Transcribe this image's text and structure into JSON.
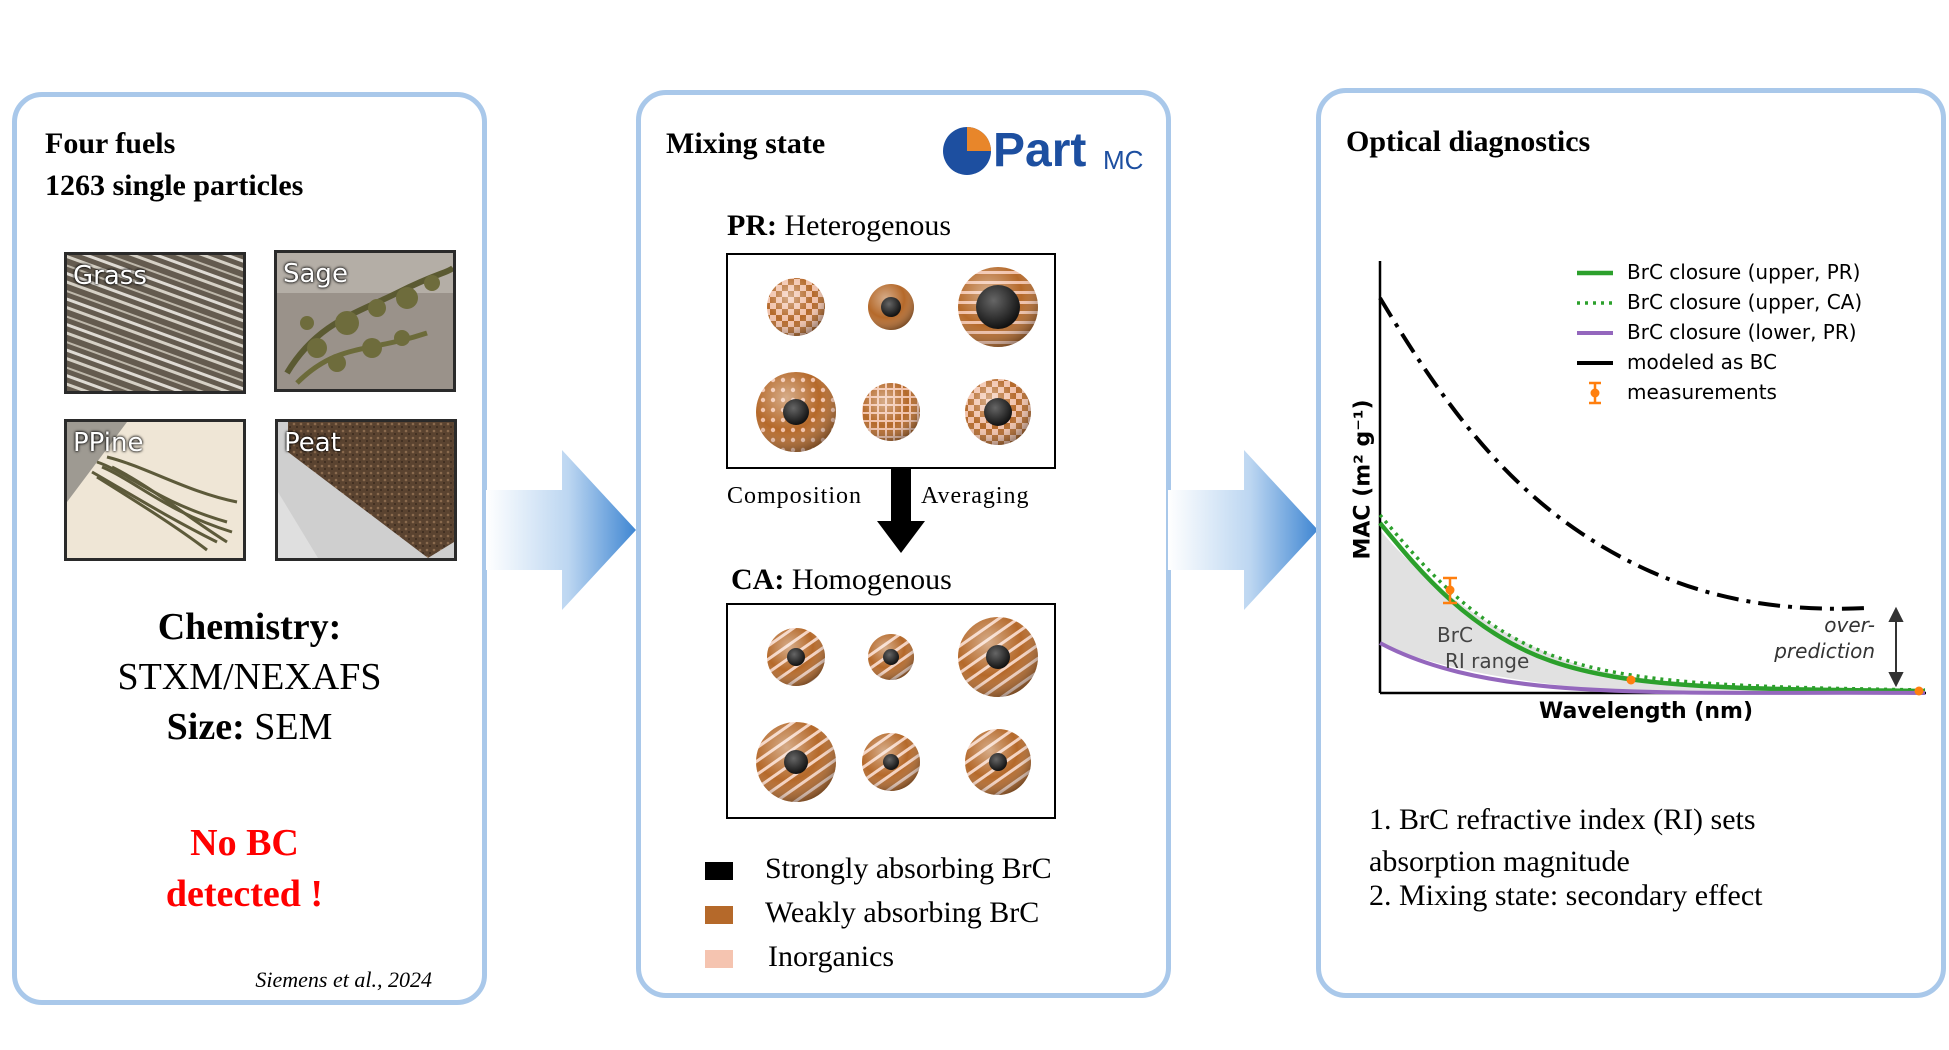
{
  "panel1": {
    "title_line1": "Four fuels",
    "title_line2": "1263 single particles",
    "photos": [
      {
        "label": "Grass"
      },
      {
        "label": "Sage"
      },
      {
        "label": "PPine"
      },
      {
        "label": "Peat"
      }
    ],
    "chemistry_label": "Chemistry:",
    "chemistry_value": "STXM/NEXAFS",
    "size_label": "Size:",
    "size_value": "SEM",
    "nobc_line1": "No BC",
    "nobc_line2": "detected !",
    "citation": "Siemens et al., 2024",
    "colors": {
      "nobc": "#ff0000"
    }
  },
  "panel2": {
    "title": "Mixing state",
    "logo_text": "Part",
    "logo_suffix": "MC",
    "pr_label": "PR:",
    "pr_desc": "Heterogenous",
    "arrow_left_label": "Composition",
    "arrow_right_label": "Averaging",
    "ca_label": "CA:",
    "ca_desc": "Homogenous",
    "legend": [
      {
        "label": "Strongly absorbing BrC",
        "color": "#000000"
      },
      {
        "label": "Weakly absorbing BrC",
        "color": "#b5692a"
      },
      {
        "label": "Inorganics",
        "color": "#f5c4b0"
      }
    ],
    "colors": {
      "logo_blue": "#1d4fa0",
      "logo_orange": "#e8862a"
    }
  },
  "panel3": {
    "title": "Optical diagnostics",
    "chart_data": {
      "type": "line",
      "xlabel": "Wavelength (nm)",
      "ylabel": "MAC (m² g⁻¹)",
      "series": [
        {
          "name": "BrC closure (upper, PR)",
          "color": "#2ca02c",
          "style": "solid"
        },
        {
          "name": "BrC closure (upper, CA)",
          "color": "#2ca02c",
          "style": "dotted"
        },
        {
          "name": "BrC closure (lower, PR)",
          "color": "#9467bd",
          "style": "solid"
        },
        {
          "name": "modeled as BC",
          "color": "#000000",
          "style": "dash-dot"
        },
        {
          "name": "measurements",
          "color": "#ff7f0e",
          "style": "points"
        }
      ],
      "annotations": {
        "range_line1": "BrC",
        "range_line2": "RI range",
        "over_line1": "over-",
        "over_line2": "prediction"
      }
    },
    "note1_line1": "1. BrC refractive index (RI) sets",
    "note1_line2": "absorption magnitude",
    "note2": "2. Mixing state: secondary effect"
  }
}
